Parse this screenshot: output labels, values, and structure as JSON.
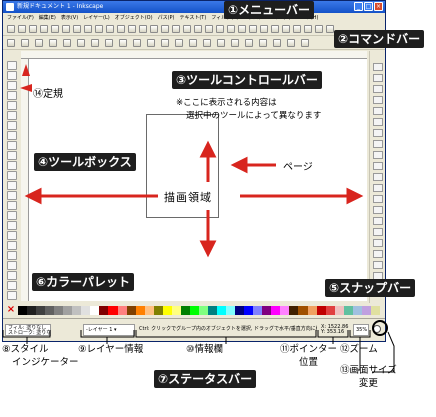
{
  "window": {
    "title": "新規ドキュメント 1 - Inkscape",
    "menu": [
      "ファイル(F)",
      "編集(E)",
      "表示(V)",
      "レイヤー(L)",
      "オブジェクト(O)",
      "パス(P)",
      "テキスト(T)",
      "フィルタ(S)",
      "エクステンション(N)",
      "ヘルプ(H)"
    ],
    "status": {
      "style_fill": "フィル:",
      "style_stroke": "ストローク:",
      "style_none": "塗りなし",
      "layer": "-レイヤー 1",
      "info": "Ctrl: クリックでグループ内のオブジェクトを選択, ドラッグで水平/垂直方向に移動します。",
      "coord_x": "X: 1522.86",
      "coord_y": "Y: 353.16",
      "zoom": "35%"
    }
  },
  "callouts": {
    "menubar": "①メニューバー",
    "commandbar": "②コマンドバー",
    "toolcontrolbar": "③ツールコントロールバー",
    "toolbox": "④ツールボックス",
    "snapbar": "⑤スナップバー",
    "palette": "⑥カラーパレット",
    "statusbar": "⑦ステータスバー"
  },
  "labels": {
    "ruler": "⑭定規",
    "note_line1": "※ここに表示される内容は",
    "note_line2": "選択中のツールによって異なります",
    "page": "ページ",
    "drawing_area": "描画領域"
  },
  "captions": {
    "style_indicator_1": "⑧スタイル",
    "style_indicator_2": "インジケーター",
    "layer_info": "⑨レイヤー情報",
    "info_area": "⑩情報欄",
    "pointer_1": "⑪ポインター",
    "pointer_2": "位置",
    "zoom": "⑫ズーム",
    "canvas_size_1": "⑬画面サイズ",
    "canvas_size_2": "変更"
  },
  "colors": {
    "accent_red": "#d8251e",
    "badge_bg": "#1e1e1e",
    "titlebar": "#1452c8"
  },
  "palette_colors": [
    "#000000",
    "#202020",
    "#404040",
    "#606060",
    "#808080",
    "#a0a0a0",
    "#c0c0c0",
    "#e0e0e0",
    "#ffffff",
    "#800000",
    "#ff0000",
    "#ff8080",
    "#804000",
    "#ff8000",
    "#ffc080",
    "#808000",
    "#ffff00",
    "#ffff80",
    "#008000",
    "#00ff00",
    "#80ff80",
    "#008080",
    "#00ffff",
    "#80ffff",
    "#000080",
    "#0000ff",
    "#8080ff",
    "#800080",
    "#ff00ff",
    "#ff80ff",
    "#402000",
    "#a05000",
    "#f0a060",
    "#c00000",
    "#e04040",
    "#f0c0c0",
    "#60c0a0",
    "#a0c0e0",
    "#c0a0e0",
    "#e0e0a0"
  ]
}
